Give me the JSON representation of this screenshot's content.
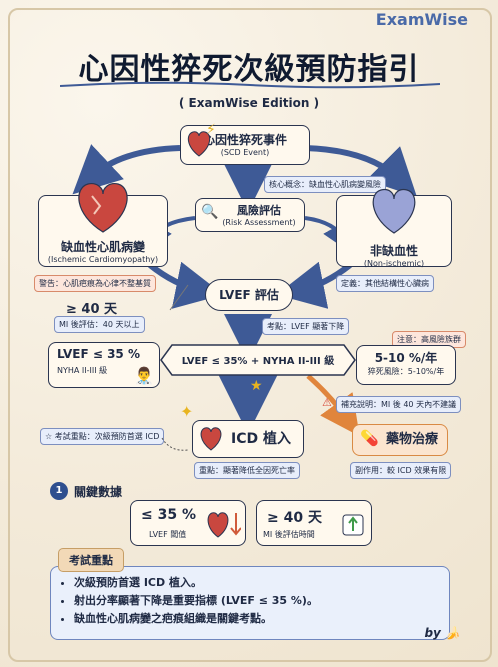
{
  "brand": "ExamWise",
  "title": "心因性猝死次級預防指引",
  "edition": "( ExamWise Edition )",
  "scd_event": {
    "label": "心因性猝死事件",
    "sub": "(SCD Event)"
  },
  "core_concept": "核心概念：缺血性心肌病變風險",
  "risk": {
    "label": "風險評估",
    "sub": "(Risk Assessment)"
  },
  "ischemic": {
    "label": "缺血性心肌病變",
    "sub": "(Ischemic Cardiomyopathy)"
  },
  "non_ischemic": {
    "label": "非缺血性",
    "sub": "(Non-ischemic)"
  },
  "warn_ischemic": "警告：心肌疤痕為心律不整基質",
  "def_non_ischemic": "定義：其他結構性心臟病",
  "lvef_eval": "LVEF 評估",
  "mi40": {
    "label": "≥ 40 天",
    "note": "MI 後評估：40 天以上"
  },
  "exam_point_lvef": "考點：LVEF 顯著下降",
  "lvef_left": {
    "main": "LVEF ≤ 35 %",
    "sub": "NYHA II-III 級"
  },
  "criteria": "LVEF ≤ 35% + NYHA II-III 級",
  "high_risk_note": "注意：高風險族群",
  "risk_rate": {
    "main": "5-10 %/年",
    "sub": "猝死風險：5-10%/年"
  },
  "supplement": "補充說明：MI 後 40 天內不建議",
  "exam_point_icd": "考試重點：次級預防首選 ICD",
  "icd": {
    "label": "ICD 植入",
    "note": "重點：顯著降低全因死亡率"
  },
  "drug": {
    "label": "藥物治療",
    "note": "副作用：較 ICD 效果有限"
  },
  "key_data": {
    "num": "1",
    "title": "關鍵數據"
  },
  "stats": [
    {
      "main": "≤ 35 %",
      "sub": "LVEF 閾值"
    },
    {
      "main": "≥ 40 天",
      "sub": "MI 後評估時間"
    }
  ],
  "exam": {
    "tag": "考試重點",
    "items": [
      "次級預防首選 ICD 植入。",
      "射出分率顯著下降是重要指標 (LVEF ≤ 35 %)。",
      "缺血性心肌病變之疤痕組織是關鍵考點。"
    ]
  },
  "by": "by",
  "colors": {
    "navy": "#2b3550",
    "accent_blue": "#4a6aa8",
    "orange": "#e0853c",
    "heart_red": "#c9473f"
  }
}
